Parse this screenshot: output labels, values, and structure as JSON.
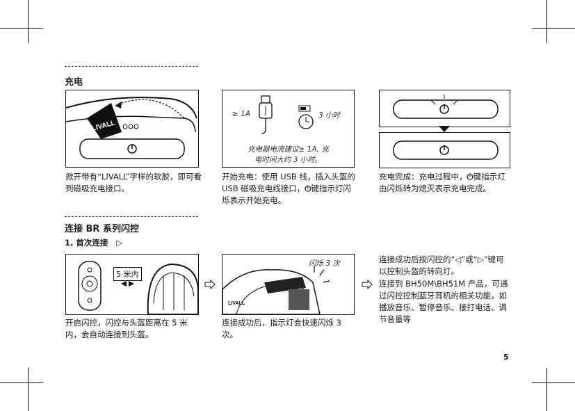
{
  "sections": {
    "charge": {
      "title": "充电",
      "step1_text": "掀开带有“LIVALL”字样的软胶，即可看到磁吸充电接口。",
      "step2_text": "开始充电：使用 USB 线，插入头盔的 USB 磁吸充电线接口，",
      "step2_text_tail": "键指示灯闪烁表示开始充电。",
      "step3_text_head": "充电完成：充电过程中，",
      "step3_text_tail": "键指示灯由闪烁转为熄灭表示充电完成。",
      "fig2": {
        "current": "≥ 1A",
        "time": "3 小时",
        "note_line1": "充电器电流建议≥ 1A, 充",
        "note_line2": "电时间大约 3 小时。"
      },
      "brand": "LIVALL"
    },
    "connect": {
      "title": "连接 BR 系列闪控",
      "subtitle": "1. 首次连接",
      "step1_text": "开启闪控，闪控与头盔距离在 5 米内，会自动连接到头盔。",
      "step1_label": "5 米内",
      "step2_text": "连接成功后，指示灯会快速闪烁 3 次。",
      "step2_label": "闪烁 3 次",
      "step3_line1_head": "连接成功后按闪控的“",
      "step3_line1_mid": "”或“",
      "step3_line1_tail": "”键可以控制头盔的转向灯。",
      "step4_text": "连接到 BH50M\\BH51M 产品，可通过闪控控制蓝牙耳机的相关功能，如播放音乐、暂停音乐、接打电话、调节音量等",
      "brand": "LIVALL"
    }
  },
  "page_number": "5"
}
